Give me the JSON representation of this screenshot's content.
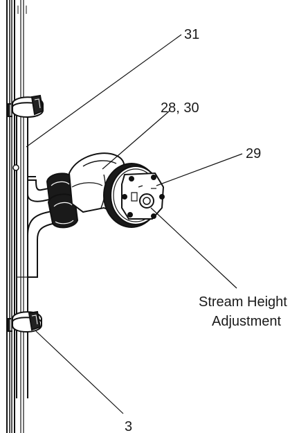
{
  "diagram": {
    "callouts": {
      "c31": "31",
      "c28_30": "28, 30",
      "c29": "29",
      "c3": "3"
    },
    "annotation": {
      "line1": "Stream Height",
      "line2": "Adjustment"
    },
    "colors": {
      "ink": "#111111",
      "background": "#ffffff"
    }
  }
}
